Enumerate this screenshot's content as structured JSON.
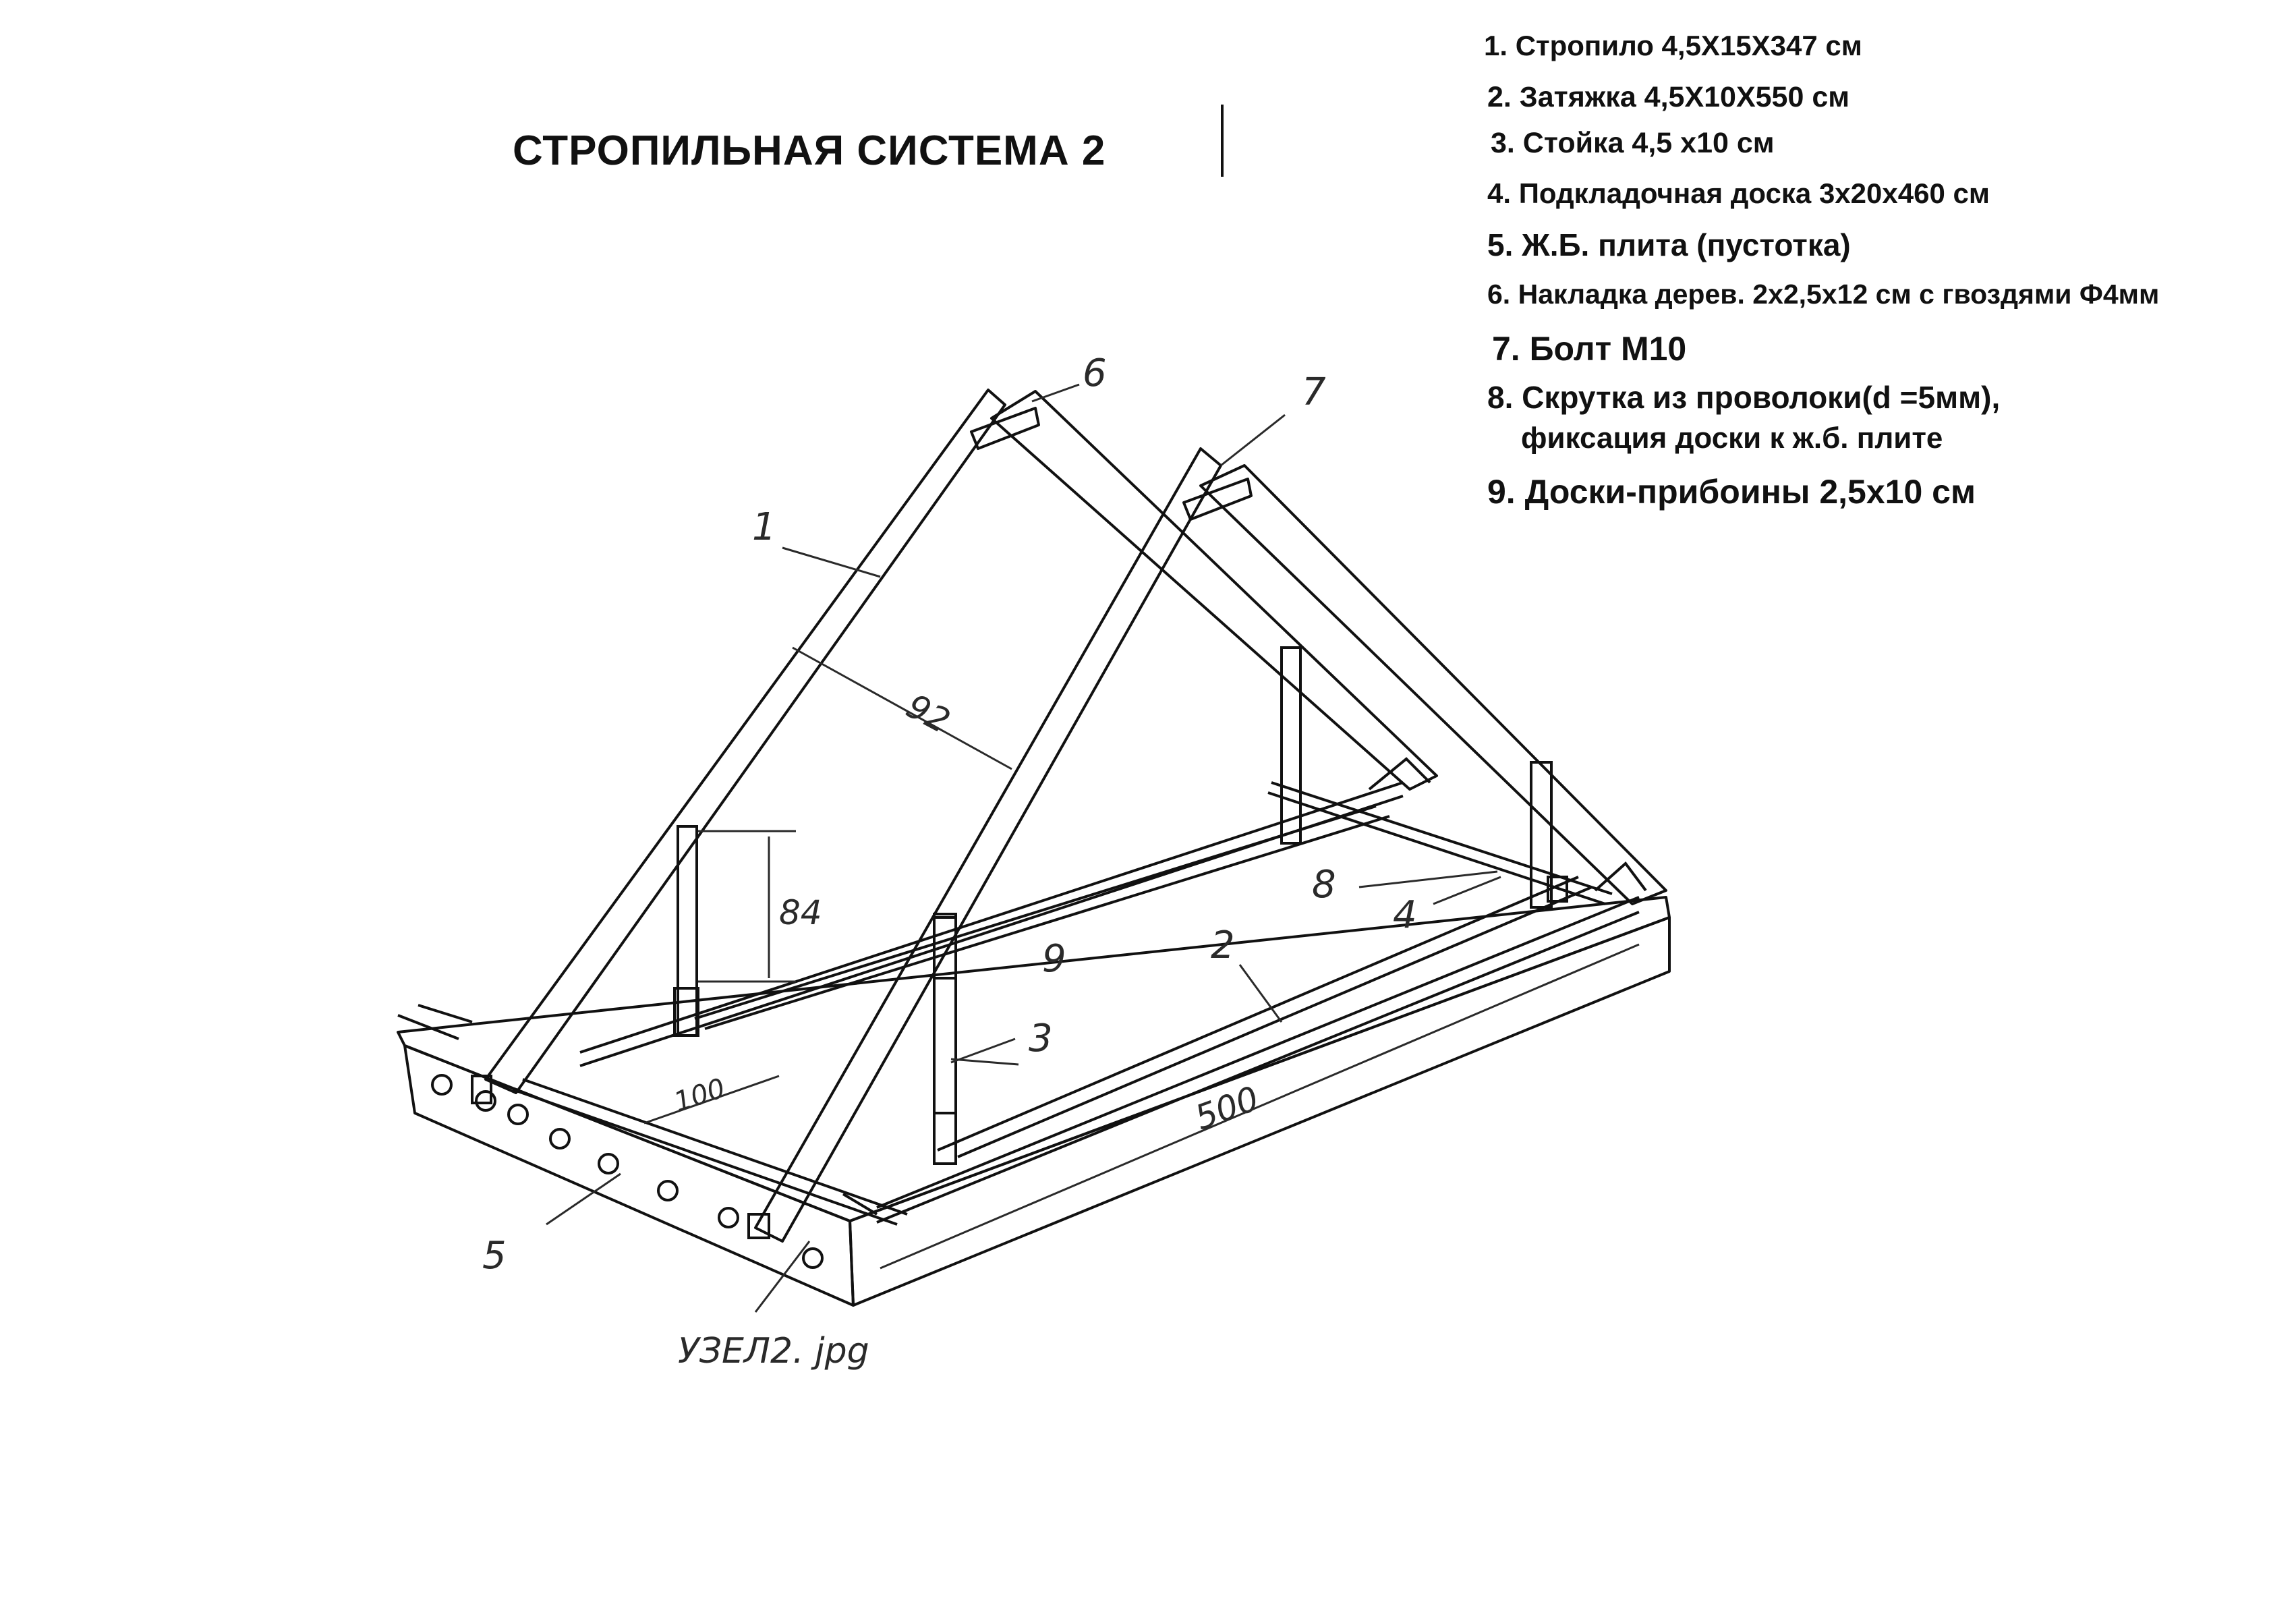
{
  "title": "СТРОПИЛЬНАЯ СИСТЕМА 2",
  "legend": [
    "1. Стропило 4,5Х15Х347 см",
    "2. Затяжка 4,5Х10Х550 см",
    "3. Стойка 4,5 х10 см",
    "4. Подкладочная доска 3х20х460 см",
    "5. Ж.Б. плита (пустотка)",
    "6. Накладка дерев. 2х2,5х12 см с гвоздями Ф4мм",
    "7. Болт М10",
    "8. Скрутка из проволоки(d =5мм),",
    "фиксация доски к ж.б. плите",
    "9. Доски-прибоины 2,5х10 см"
  ],
  "callouts": {
    "c1": "1",
    "c2": "2",
    "c3": "3",
    "c4": "4",
    "c5": "5",
    "c6": "6",
    "c7": "7",
    "c8": "8",
    "c9": "9"
  },
  "dimensions": {
    "d92": "92",
    "d84": "84",
    "d100": "100",
    "d500": "500"
  },
  "caption": "УЗЕЛ2. jpg",
  "colors": {
    "ink": "#111111",
    "pencil": "#2a2a2a",
    "background": "#ffffff"
  }
}
